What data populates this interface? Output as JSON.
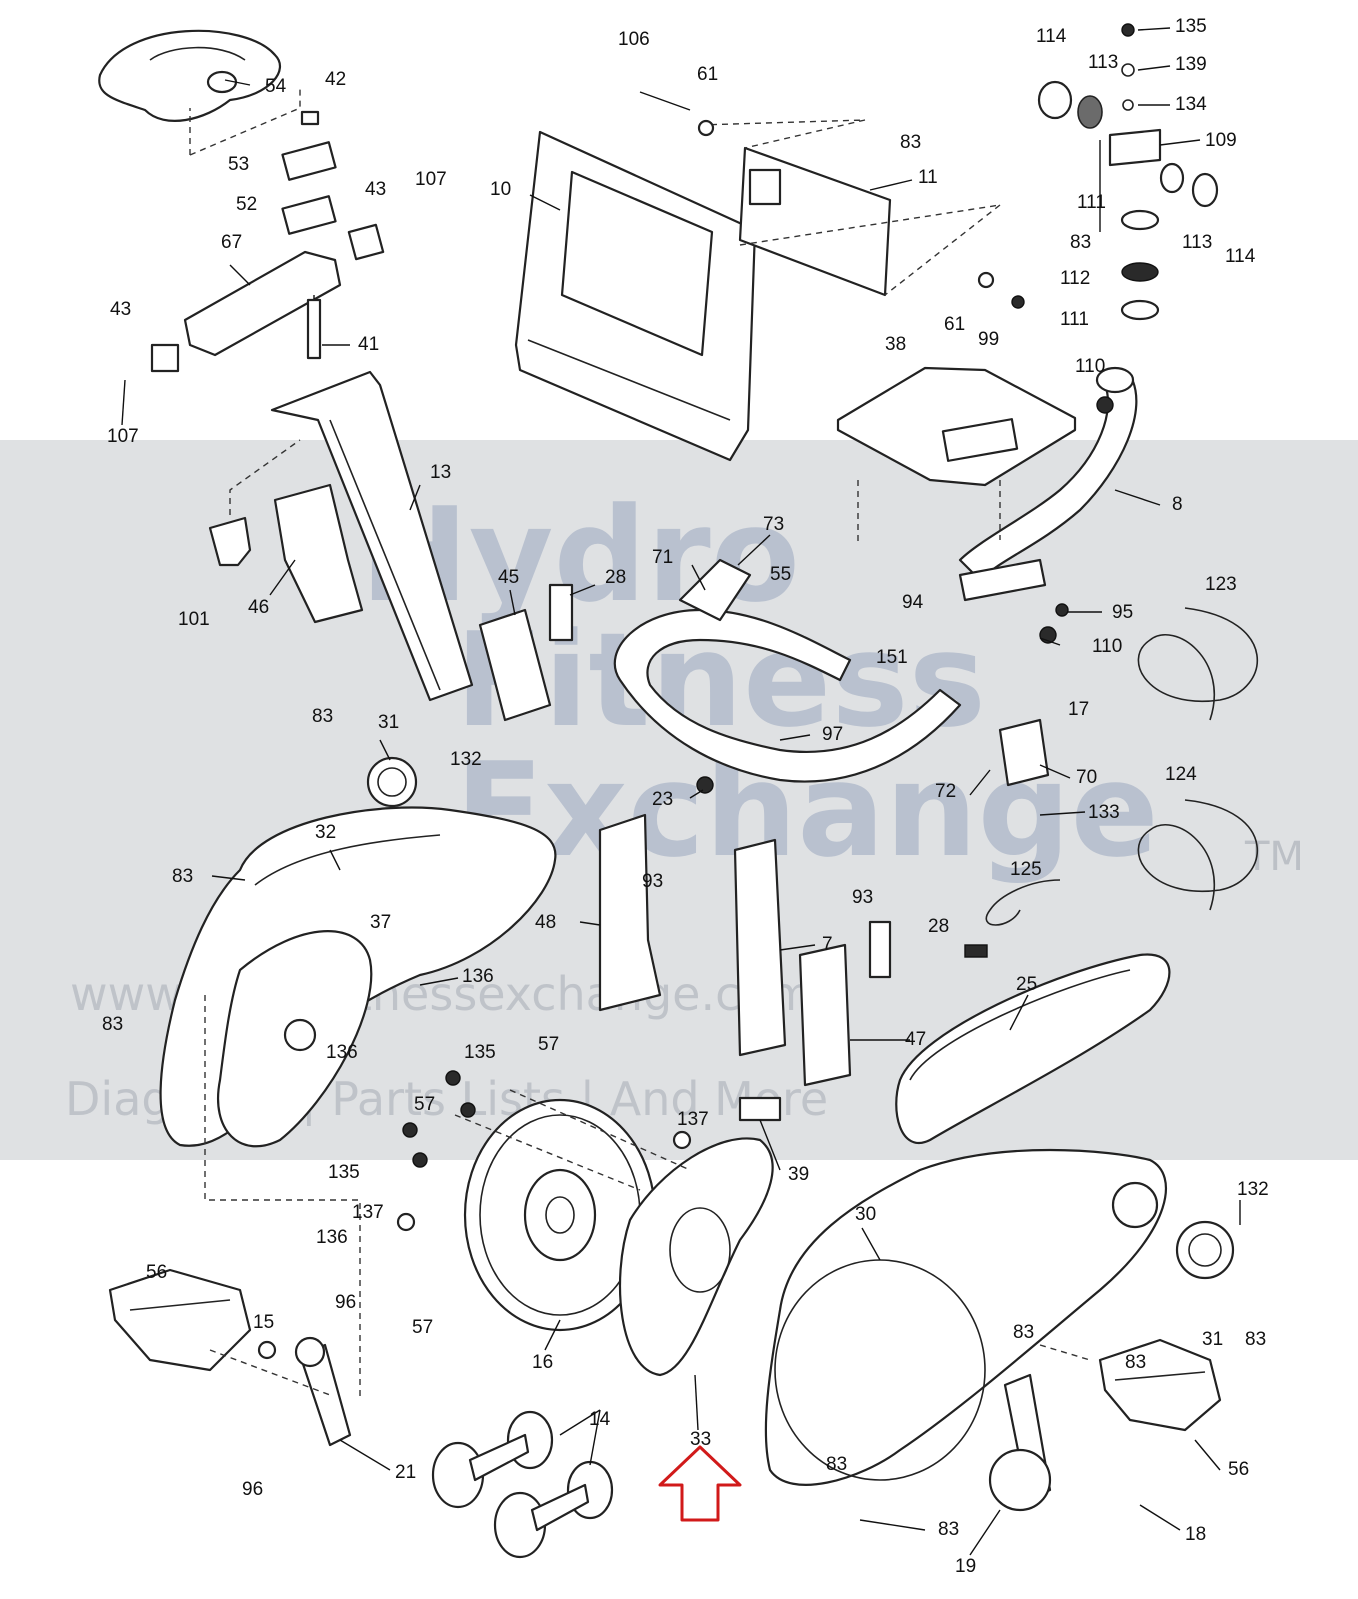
{
  "watermark": {
    "line1": "Hydro",
    "line2": "Fitness",
    "line3": "Exchange",
    "trademark": "TM",
    "url": "www.hydrofitnessexchange.com",
    "tagline": "Diagrams | Parts Lists | And More"
  },
  "callouts": [
    {
      "id": "c-106",
      "text": "106"
    },
    {
      "id": "c-61a",
      "text": "61"
    },
    {
      "id": "c-83a",
      "text": "83"
    },
    {
      "id": "c-11",
      "text": "11"
    },
    {
      "id": "c-10",
      "text": "10"
    },
    {
      "id": "c-83b",
      "text": "83"
    },
    {
      "id": "c-61b",
      "text": "61"
    },
    {
      "id": "c-99",
      "text": "99"
    },
    {
      "id": "c-114a",
      "text": "114"
    },
    {
      "id": "c-113a",
      "text": "113"
    },
    {
      "id": "c-135a",
      "text": "135"
    },
    {
      "id": "c-139",
      "text": "139"
    },
    {
      "id": "c-134",
      "text": "134"
    },
    {
      "id": "c-109",
      "text": "109"
    },
    {
      "id": "c-111a",
      "text": "111"
    },
    {
      "id": "c-113b",
      "text": "113"
    },
    {
      "id": "c-114b",
      "text": "114"
    },
    {
      "id": "c-112",
      "text": "112"
    },
    {
      "id": "c-111b",
      "text": "111"
    },
    {
      "id": "c-110a",
      "text": "110"
    },
    {
      "id": "c-38",
      "text": "38"
    },
    {
      "id": "c-8",
      "text": "8"
    },
    {
      "id": "c-54",
      "text": "54"
    },
    {
      "id": "c-42",
      "text": "42"
    },
    {
      "id": "c-53",
      "text": "53"
    },
    {
      "id": "c-52",
      "text": "52"
    },
    {
      "id": "c-43a",
      "text": "43"
    },
    {
      "id": "c-107a",
      "text": "107"
    },
    {
      "id": "c-67",
      "text": "67"
    },
    {
      "id": "c-43b",
      "text": "43"
    },
    {
      "id": "c-41",
      "text": "41"
    },
    {
      "id": "c-107b",
      "text": "107"
    },
    {
      "id": "c-13",
      "text": "13"
    },
    {
      "id": "c-101",
      "text": "101"
    },
    {
      "id": "c-46",
      "text": "46"
    },
    {
      "id": "c-45",
      "text": "45"
    },
    {
      "id": "c-28a",
      "text": "28"
    },
    {
      "id": "c-71",
      "text": "71"
    },
    {
      "id": "c-73",
      "text": "73"
    },
    {
      "id": "c-55",
      "text": "55"
    },
    {
      "id": "c-94",
      "text": "94"
    },
    {
      "id": "c-151",
      "text": "151"
    },
    {
      "id": "c-95",
      "text": "95"
    },
    {
      "id": "c-110b",
      "text": "110"
    },
    {
      "id": "c-17",
      "text": "17"
    },
    {
      "id": "c-123",
      "text": "123"
    },
    {
      "id": "c-97",
      "text": "97"
    },
    {
      "id": "c-72",
      "text": "72"
    },
    {
      "id": "c-70",
      "text": "70"
    },
    {
      "id": "c-133",
      "text": "133"
    },
    {
      "id": "c-124",
      "text": "124"
    },
    {
      "id": "c-23",
      "text": "23"
    },
    {
      "id": "c-83c",
      "text": "83"
    },
    {
      "id": "c-31a",
      "text": "31"
    },
    {
      "id": "c-132a",
      "text": "132"
    },
    {
      "id": "c-32",
      "text": "32"
    },
    {
      "id": "c-83d",
      "text": "83"
    },
    {
      "id": "c-37",
      "text": "37"
    },
    {
      "id": "c-136a",
      "text": "136"
    },
    {
      "id": "c-136b",
      "text": "136"
    },
    {
      "id": "c-83e",
      "text": "83"
    },
    {
      "id": "c-93a",
      "text": "93"
    },
    {
      "id": "c-93b",
      "text": "93"
    },
    {
      "id": "c-48",
      "text": "48"
    },
    {
      "id": "c-7",
      "text": "7"
    },
    {
      "id": "c-28b",
      "text": "28"
    },
    {
      "id": "c-47",
      "text": "47"
    },
    {
      "id": "c-125",
      "text": "125"
    },
    {
      "id": "c-25",
      "text": "25"
    },
    {
      "id": "c-135b",
      "text": "135"
    },
    {
      "id": "c-57a",
      "text": "57"
    },
    {
      "id": "c-57b",
      "text": "57"
    },
    {
      "id": "c-135c",
      "text": "135"
    },
    {
      "id": "c-137a",
      "text": "137"
    },
    {
      "id": "c-39",
      "text": "39"
    },
    {
      "id": "c-136c",
      "text": "136"
    },
    {
      "id": "c-137b",
      "text": "137"
    },
    {
      "id": "c-57c",
      "text": "57"
    },
    {
      "id": "c-16",
      "text": "16"
    },
    {
      "id": "c-30",
      "text": "30"
    },
    {
      "id": "c-132b",
      "text": "132"
    },
    {
      "id": "c-31b",
      "text": "31"
    },
    {
      "id": "c-83f",
      "text": "83"
    },
    {
      "id": "c-83g",
      "text": "83"
    },
    {
      "id": "c-56a",
      "text": "56"
    },
    {
      "id": "c-15",
      "text": "15"
    },
    {
      "id": "c-96a",
      "text": "96"
    },
    {
      "id": "c-96b",
      "text": "96"
    },
    {
      "id": "c-21",
      "text": "21"
    },
    {
      "id": "c-14",
      "text": "14"
    },
    {
      "id": "c-33",
      "text": "33"
    },
    {
      "id": "c-83h",
      "text": "83"
    },
    {
      "id": "c-83i",
      "text": "83"
    },
    {
      "id": "c-56b",
      "text": "56"
    },
    {
      "id": "c-83j",
      "text": "83"
    },
    {
      "id": "c-18",
      "text": "18"
    },
    {
      "id": "c-19",
      "text": "19"
    }
  ]
}
